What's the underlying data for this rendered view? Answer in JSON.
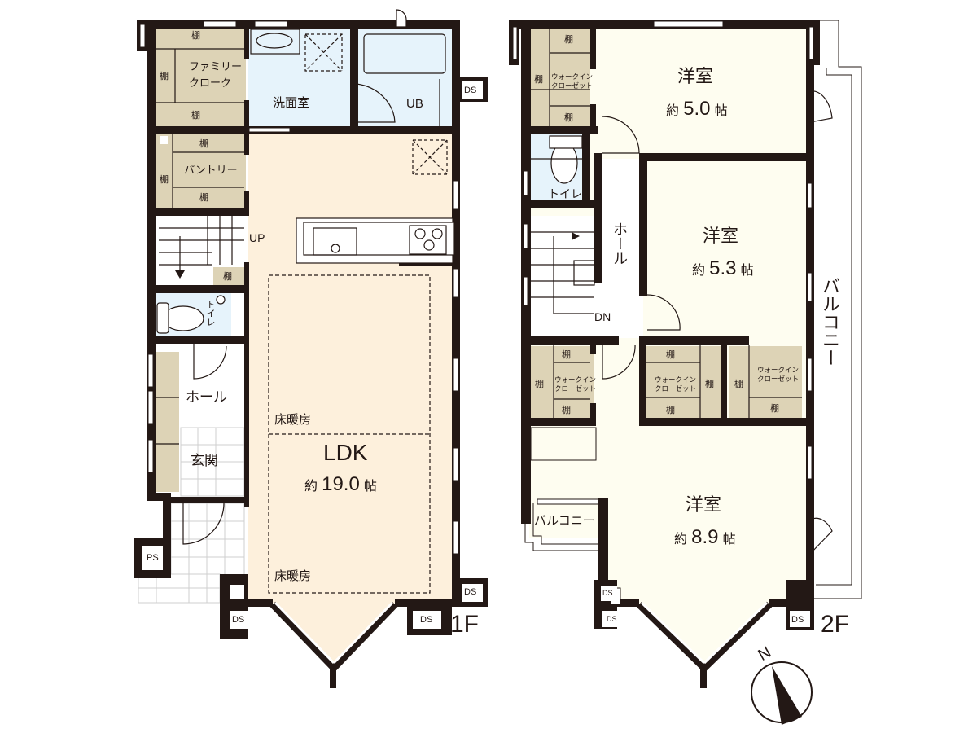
{
  "floor_1": {
    "label": "1F",
    "rooms": {
      "family_cloak": {
        "name_line1": "ファミリー",
        "name_line2": "クローク",
        "shelves": [
          "棚",
          "棚",
          "棚"
        ]
      },
      "washroom": {
        "name": "洗面室"
      },
      "unit_bath": {
        "name": "UB"
      },
      "pantry": {
        "name": "パントリー",
        "shelves": [
          "棚",
          "棚",
          "棚"
        ]
      },
      "stairs": {
        "direction": "UP",
        "shelf": "棚"
      },
      "toilet": {
        "name": "トイレ"
      },
      "hall": {
        "name": "ホール"
      },
      "entrance": {
        "name": "玄関"
      },
      "ldk": {
        "name": "LDK",
        "prefix": "約",
        "size": "19.0",
        "unit": "帖",
        "floor_heating_1": "床暖房",
        "floor_heating_2": "床暖房"
      }
    },
    "ducts": [
      "DS",
      "PS",
      "DS",
      "DS",
      "DS"
    ]
  },
  "floor_2": {
    "label": "2F",
    "rooms": {
      "western_1": {
        "name": "洋室",
        "prefix": "約",
        "size": "5.0",
        "unit": "帖"
      },
      "western_2": {
        "name": "洋室",
        "prefix": "約",
        "size": "5.3",
        "unit": "帖"
      },
      "western_3": {
        "name": "洋室",
        "prefix": "約",
        "size": "8.9",
        "unit": "帖"
      },
      "toilet": {
        "name": "トイレ"
      },
      "hall": {
        "name": "ホール"
      },
      "stairs": {
        "direction": "DN"
      },
      "balcony_east": {
        "name": "バルコニー"
      },
      "balcony_small": {
        "name": "バルコニー"
      },
      "wic_1": {
        "name_line1": "ウォークイン",
        "name_line2": "クローゼット",
        "shelves": [
          "棚",
          "棚",
          "棚"
        ]
      },
      "wic_2": {
        "name_line1": "ウォークイン",
        "name_line2": "クローゼット",
        "shelves": [
          "棚",
          "棚",
          "棚"
        ]
      },
      "wic_3": {
        "name_line1": "ウォークイン",
        "name_line2": "クローゼット",
        "shelves": [
          "棚",
          "棚",
          "棚"
        ]
      },
      "wic_4": {
        "name_line1": "ウォークイン",
        "name_line2": "クローゼット",
        "shelves": [
          "棚",
          "棚"
        ]
      }
    },
    "ducts": [
      "DS",
      "DS",
      "DS"
    ]
  },
  "compass": {
    "label": "N"
  },
  "colors": {
    "wall": "#231815",
    "ldk_floor": "#fdf0dc",
    "wet_area": "#e6f3fb",
    "storage": "#ddd3b6",
    "bedroom_floor": "#fefdf0",
    "tile": "#ffffff"
  }
}
